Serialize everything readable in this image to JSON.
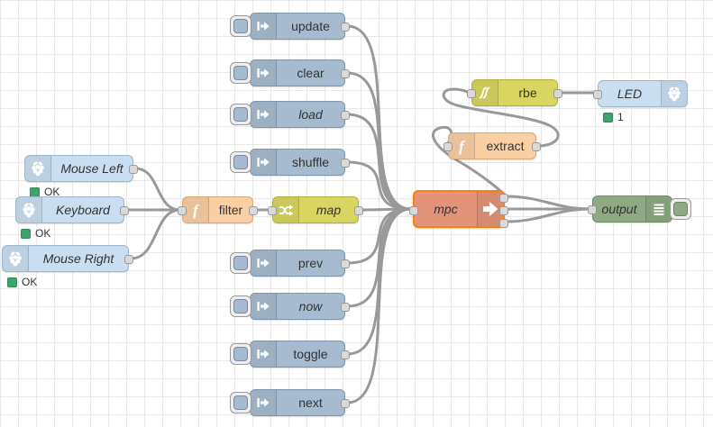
{
  "app": {
    "name": "Node-RED flow editor canvas"
  },
  "colors": {
    "inject": "#a6bbcf",
    "rpi": "#c9def1",
    "function": "#f9cfa3",
    "yellow": "#d8d561",
    "mpc_fill": "#e3937a",
    "mpc_selected_border": "#ff7f0e",
    "debug": "#8ea983",
    "wire": "#999999",
    "status_green": "#3fa36c",
    "grid": "#e9e9e9"
  },
  "nodes": {
    "mouse_left": {
      "label": "Mouse Left",
      "status": "OK"
    },
    "keyboard": {
      "label": "Keyboard",
      "status": "OK"
    },
    "mouse_right": {
      "label": "Mouse Right",
      "status": "OK"
    },
    "filter": {
      "label": "filter"
    },
    "map": {
      "label": "map"
    },
    "update": {
      "label": "update"
    },
    "clear": {
      "label": "clear"
    },
    "load": {
      "label": "load"
    },
    "shuffle": {
      "label": "shuffle"
    },
    "prev": {
      "label": "prev"
    },
    "now": {
      "label": "now"
    },
    "toggle": {
      "label": "toggle"
    },
    "next": {
      "label": "next"
    },
    "mpc": {
      "label": "mpc"
    },
    "extract": {
      "label": "extract"
    },
    "rbe": {
      "label": "rbe"
    },
    "led": {
      "label": "LED",
      "status": "1"
    },
    "output": {
      "label": "output"
    }
  },
  "connections": [
    {
      "from": "Mouse Left",
      "to": "filter"
    },
    {
      "from": "Keyboard",
      "to": "filter"
    },
    {
      "from": "Mouse Right",
      "to": "filter"
    },
    {
      "from": "filter",
      "to": "map"
    },
    {
      "from": "map",
      "to": "mpc"
    },
    {
      "from": "update",
      "to": "mpc"
    },
    {
      "from": "clear",
      "to": "mpc"
    },
    {
      "from": "load",
      "to": "mpc"
    },
    {
      "from": "shuffle",
      "to": "mpc"
    },
    {
      "from": "prev",
      "to": "mpc"
    },
    {
      "from": "now",
      "to": "mpc"
    },
    {
      "from": "toggle",
      "to": "mpc"
    },
    {
      "from": "next",
      "to": "mpc"
    },
    {
      "from": "mpc output 1",
      "to": "extract"
    },
    {
      "from": "mpc output 1",
      "to": "output"
    },
    {
      "from": "mpc output 2",
      "to": "output"
    },
    {
      "from": "mpc output 3",
      "to": "output"
    },
    {
      "from": "extract",
      "to": "rbe"
    },
    {
      "from": "rbe",
      "to": "LED"
    }
  ]
}
